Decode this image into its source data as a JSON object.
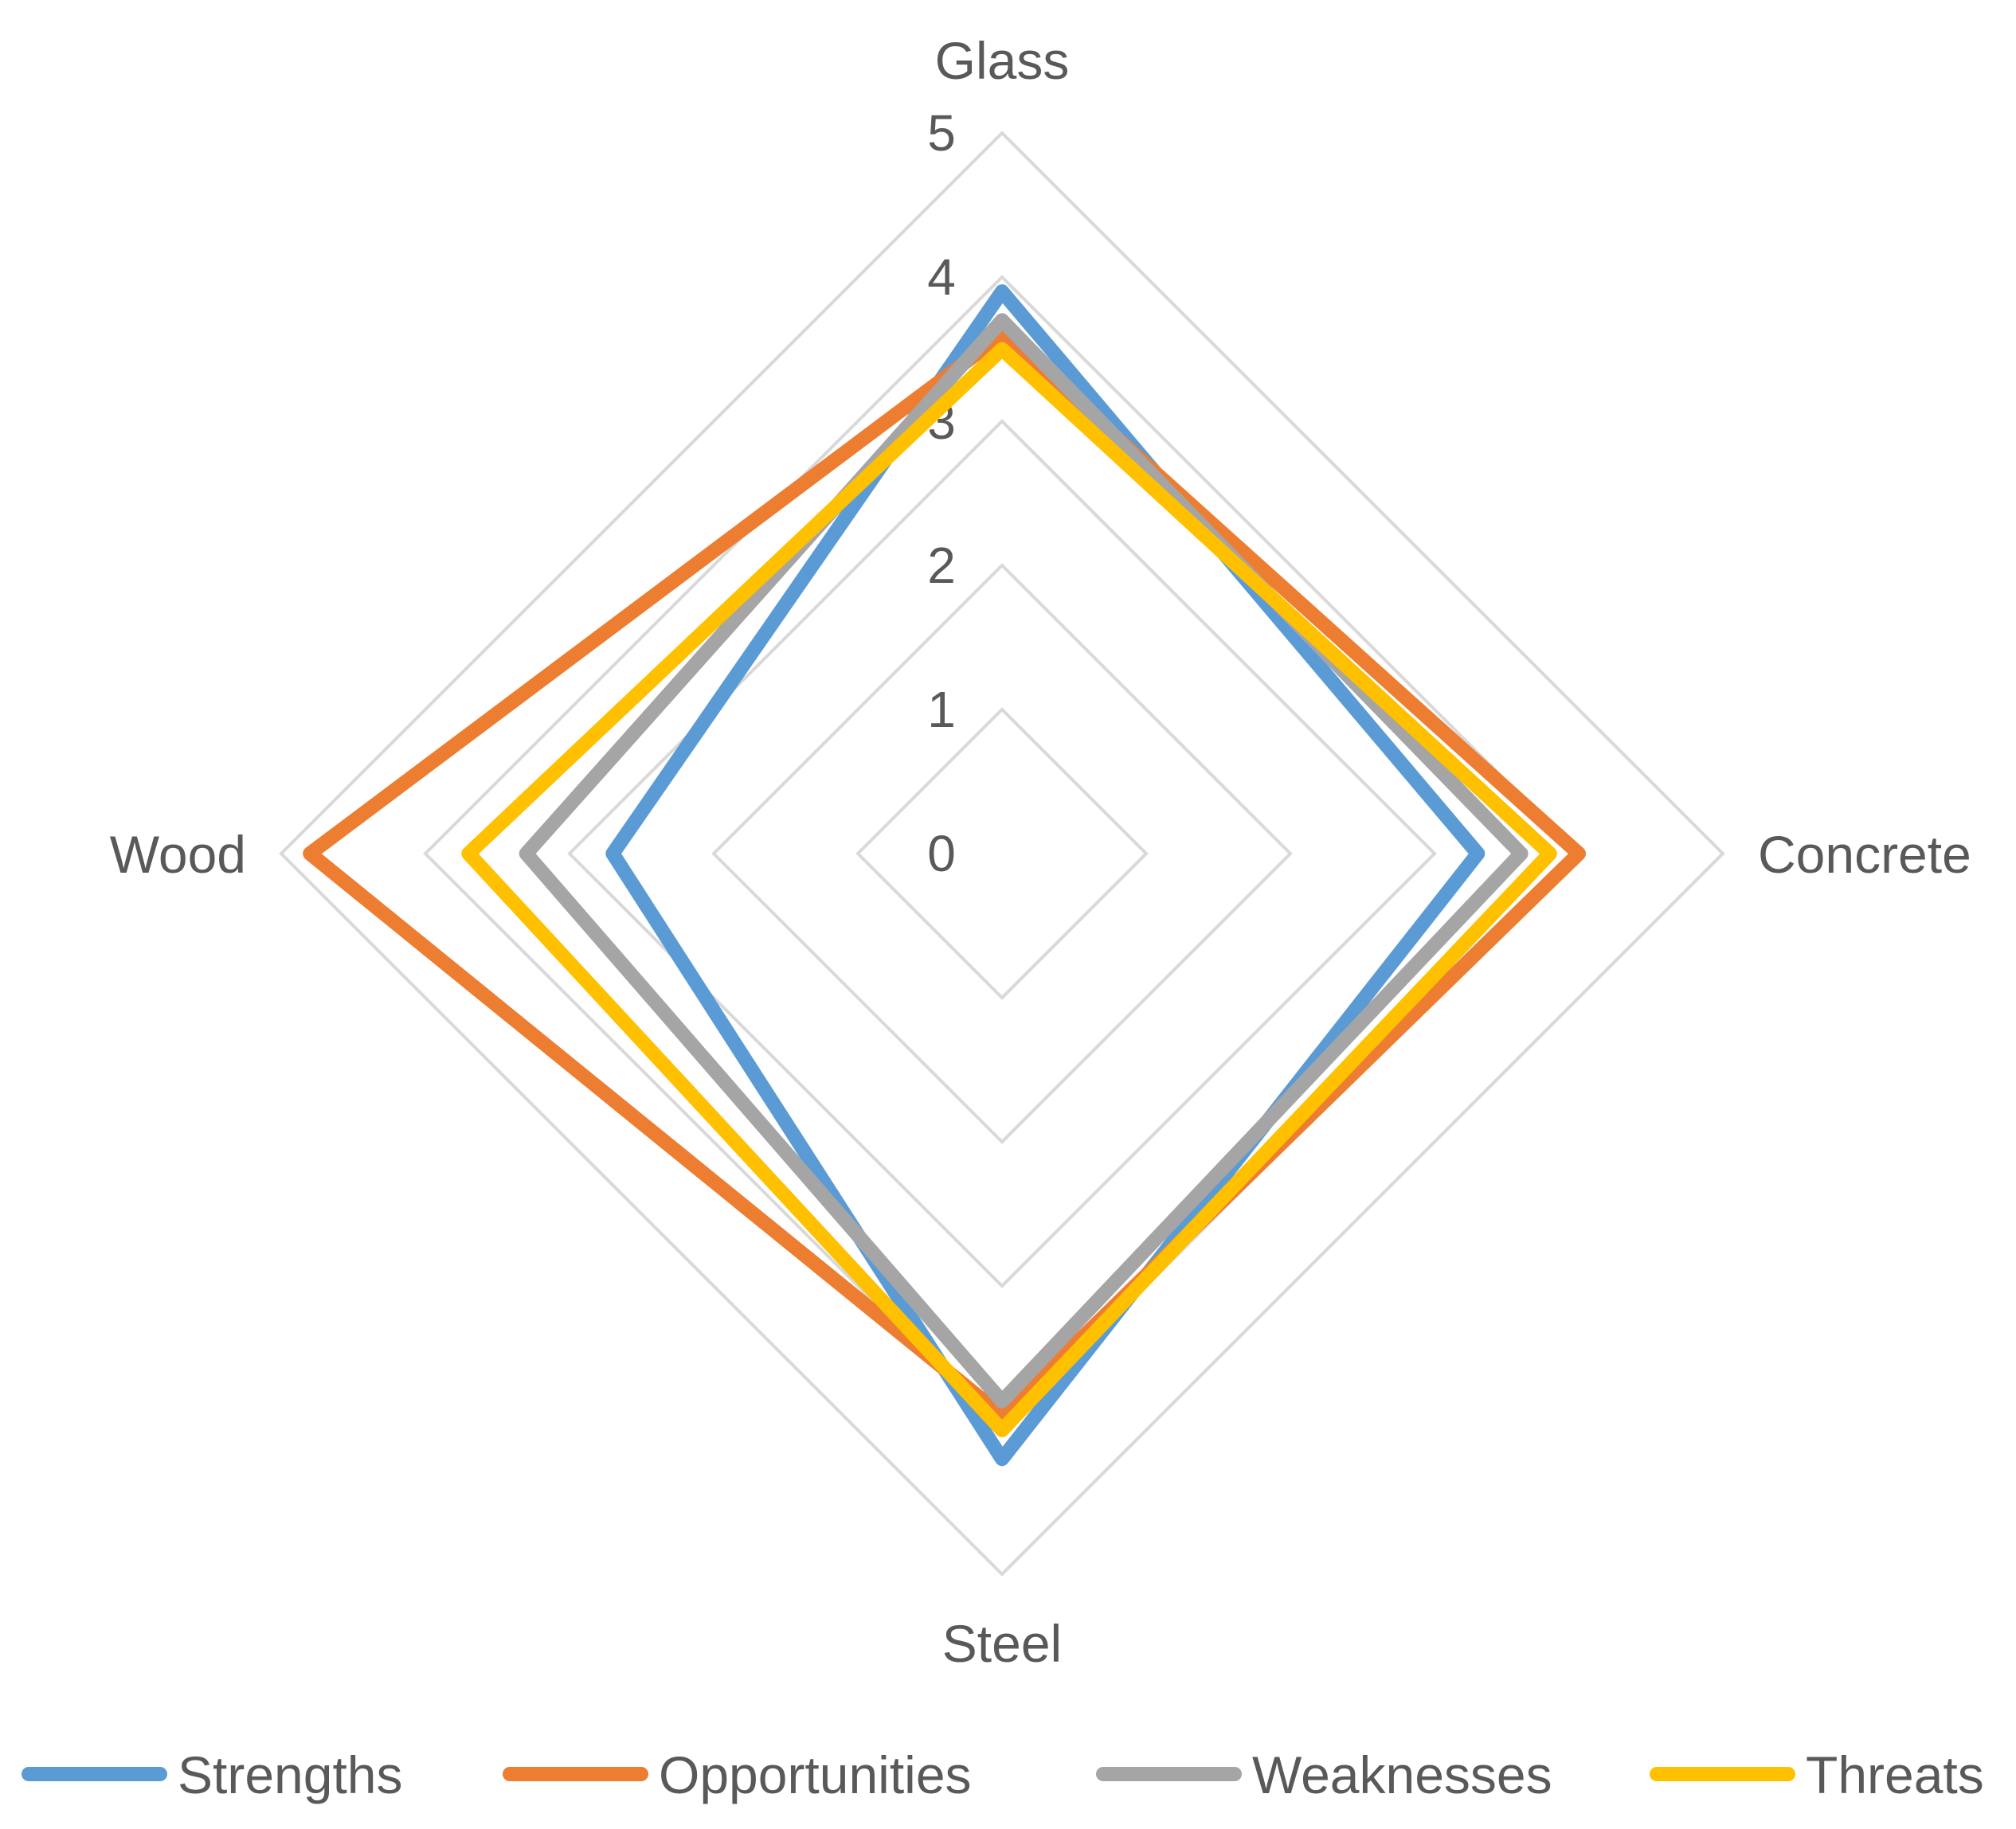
{
  "chart_data": {
    "type": "radar",
    "categories": [
      "Glass",
      "Concrete",
      "Steel",
      "Wood"
    ],
    "radial_ticks": [
      "0",
      "1",
      "2",
      "3",
      "4",
      "5"
    ],
    "rlim": [
      0,
      5
    ],
    "grid": true,
    "legend_position": "bottom",
    "series": [
      {
        "name": "Strengths",
        "color": "#5B9BD5",
        "values": [
          3.9,
          3.3,
          4.2,
          2.7
        ]
      },
      {
        "name": "Opportunities",
        "color": "#ED7D31",
        "values": [
          3.6,
          4.0,
          3.9,
          4.8
        ]
      },
      {
        "name": "Weaknesses",
        "color": "#A5A5A5",
        "values": [
          3.7,
          3.6,
          3.8,
          3.3
        ]
      },
      {
        "name": "Threats",
        "color": "#FFC000",
        "values": [
          3.5,
          3.8,
          4.0,
          3.7
        ]
      }
    ]
  }
}
